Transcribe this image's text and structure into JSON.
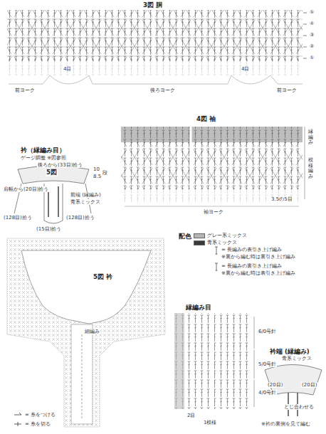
{
  "diagram": {
    "labels": [
      "3図 胴",
      "⑤",
      "④",
      "③",
      "②",
      "①",
      "4目",
      "4目",
      "前ヨーク",
      "後ろヨーク",
      "前ヨーク",
      "4図 袖",
      "縁編み",
      "模様編み",
      "3.5の5目",
      "袖ヨーク",
      "衿（縁編み目）",
      "ゲージ調整 ※図参照",
      "後ろから(33目)拾う",
      "肩幅から(20目)拾う",
      "8.5",
      "10",
      "段",
      "5図",
      "(128目)拾う",
      "(128目)拾う",
      "前端 (縁編み)",
      "青系ミックス",
      "(15目)拾う",
      "配色",
      "= 長編みの表引き上げ編み",
      "※裏から編む時は裏引き上げ編み",
      "= 長編みの裏引き上げ編み",
      "※裏から編む時は表引き上げ編み",
      "5図 衿",
      "細編み",
      "縁編み目",
      "6/0号針",
      "5/0号針",
      "4/0号針",
      "2目",
      "1模様",
      "衿端 (縁編み)",
      "青系ミックス",
      "(20目)",
      "(20目)",
      "とじ合わせる",
      "※衿の裏側を見て編む",
      "= 糸をつける",
      "= 糸を切る"
    ],
    "legend": [
      {
        "text": "グレー系ミックス",
        "color": "#b5b5b5"
      },
      {
        "text": "青系ミックス",
        "color": "#3a3a3a"
      }
    ]
  }
}
